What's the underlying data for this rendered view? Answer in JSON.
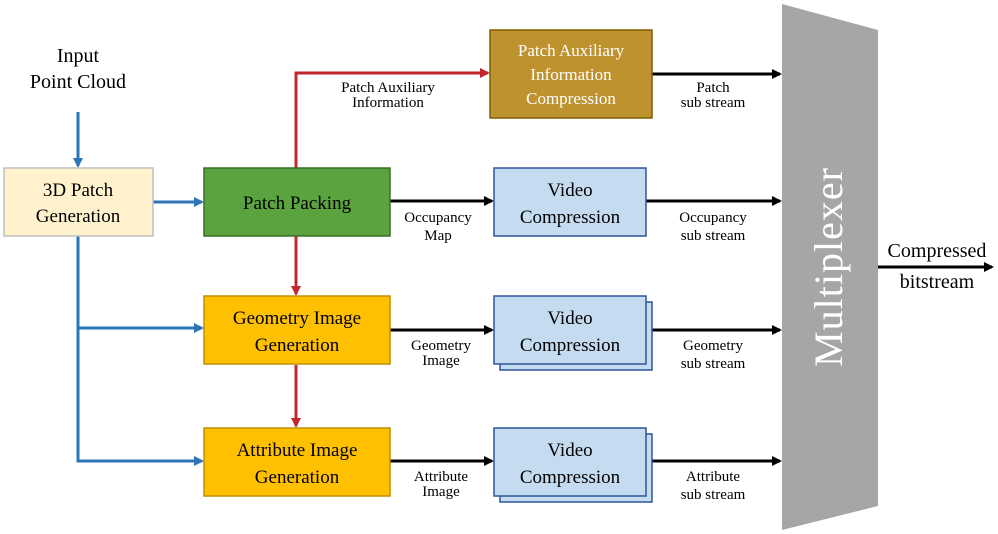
{
  "input": {
    "line1": "Input",
    "line2": "Point Cloud"
  },
  "boxes": {
    "patch_gen": {
      "line1": "3D Patch",
      "line2": "Generation",
      "color": "#fff2cc"
    },
    "patch_packing": {
      "line1": "Patch Packing",
      "color": "#5aa33e"
    },
    "geometry_gen": {
      "line1": "Geometry Image",
      "line2": "Generation",
      "color": "#ffc000"
    },
    "attribute_gen": {
      "line1": "Attribute Image",
      "line2": "Generation",
      "color": "#ffc000"
    },
    "aux_compression": {
      "line1": "Patch Auxiliary",
      "line2": "Information",
      "line3": "Compression",
      "color": "#bf9230"
    },
    "video_occ": {
      "line1": "Video",
      "line2": "Compression",
      "color": "#c5dcf0"
    },
    "video_geo": {
      "line1": "Video",
      "line2": "Compression",
      "color": "#c5dcf0"
    },
    "video_attr": {
      "line1": "Video",
      "line2": "Compression",
      "color": "#c5dcf0"
    }
  },
  "labels": {
    "aux_info": {
      "line1": "Patch Auxiliary",
      "line2": "Information"
    },
    "occupancy_map": {
      "line1": "Occupancy",
      "line2": "Map"
    },
    "geometry_image": {
      "line1": "Geometry",
      "line2": "Image"
    },
    "attribute_image": {
      "line1": "Attribute",
      "line2": "Image"
    },
    "patch_sub": {
      "line1": "Patch",
      "line2": "sub stream"
    },
    "occupancy_sub": {
      "line1": "Occupancy",
      "line2": "sub stream"
    },
    "geometry_sub": {
      "line1": "Geometry",
      "line2": "sub stream"
    },
    "attribute_sub": {
      "line1": "Attribute",
      "line2": "sub stream"
    }
  },
  "multiplexer": {
    "label": "Multiplexer",
    "color": "#a6a6a6"
  },
  "output": {
    "line1": "Compressed",
    "line2": "bitstream"
  },
  "colors": {
    "blue_arrow": "#2e75b6",
    "red_arrow": "#c0282d",
    "black_arrow": "#000000"
  }
}
